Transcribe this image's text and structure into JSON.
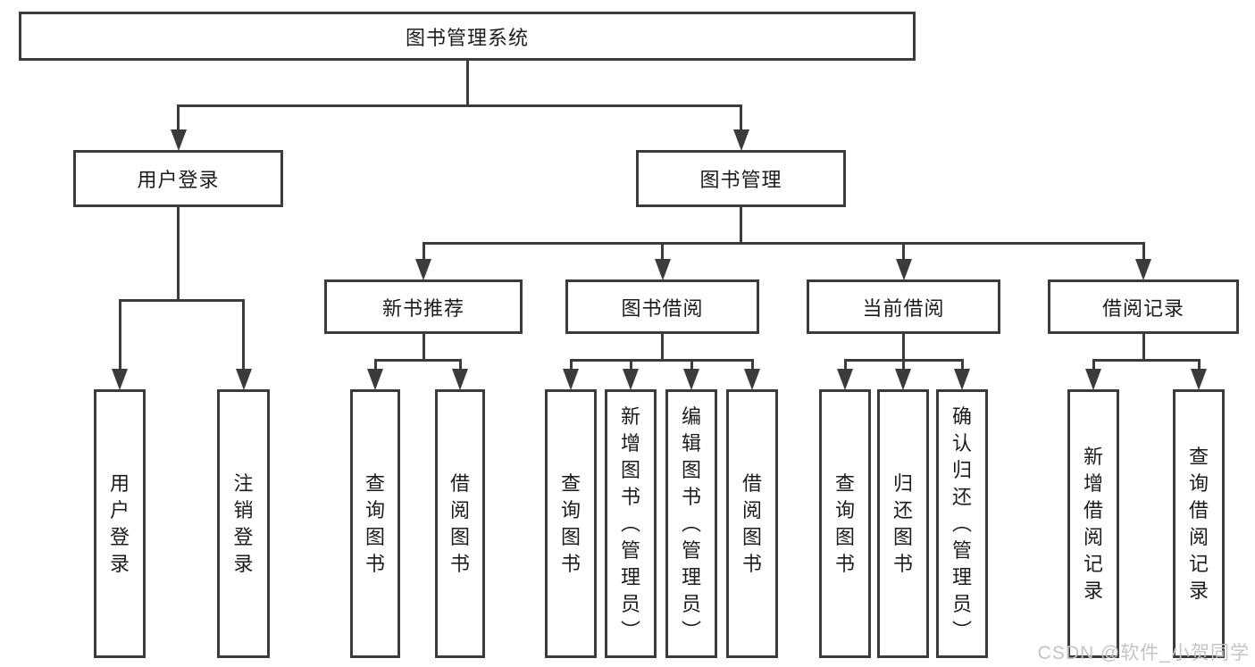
{
  "tree": {
    "label": "图书管理系统",
    "children": [
      {
        "label": "用户登录",
        "children": [
          {
            "label": "用户登录"
          },
          {
            "label": "注销登录"
          }
        ]
      },
      {
        "label": "图书管理",
        "children": [
          {
            "label": "新书推荐",
            "children": [
              {
                "label": "查询图书"
              },
              {
                "label": "借阅图书"
              }
            ]
          },
          {
            "label": "图书借阅",
            "children": [
              {
                "label": "查询图书"
              },
              {
                "label": "新增图书（管理员）"
              },
              {
                "label": "编辑图书（管理员）"
              },
              {
                "label": "借阅图书"
              }
            ]
          },
          {
            "label": "当前借阅",
            "children": [
              {
                "label": "查询图书"
              },
              {
                "label": "归还图书"
              },
              {
                "label": "确认归还（管理员）"
              }
            ]
          },
          {
            "label": "借阅记录",
            "children": [
              {
                "label": "新增借阅记录"
              },
              {
                "label": "查询借阅记录"
              }
            ]
          }
        ]
      }
    ]
  },
  "watermark": "CSDN @软件_小贺同学",
  "colors": {
    "line": "#3b3b3b",
    "box_border": "#3b3b3b",
    "text": "#1c1c1c",
    "watermark": "#c4c4c4",
    "background": "#ffffff"
  }
}
